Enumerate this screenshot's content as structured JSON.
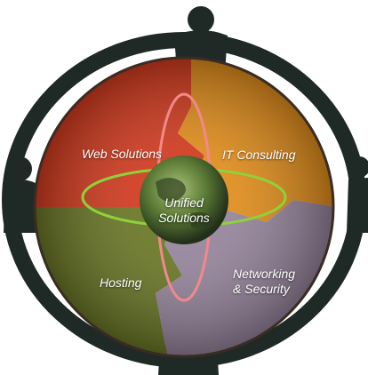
{
  "diagram": {
    "center": {
      "line1": "Unified",
      "line2": "Solutions"
    },
    "quadrants": {
      "web_solutions": "Web Solutions",
      "it_consulting": "IT Consulting",
      "hosting": "Hosting",
      "networking_line1": "Networking",
      "networking_line2": "& Security"
    },
    "colors": {
      "web_solutions": "#d93c1f",
      "it_consulting": "#e9921c",
      "hosting": "#6d7a26",
      "networking": "#9a88a0",
      "figures": "#1f2a26",
      "ring_green": "#8fd13a",
      "ring_pink": "#f08a8a",
      "globe": "#4d6b2f"
    },
    "decorations": [
      "human-figure-icon",
      "globe-icon",
      "orbit-ring"
    ]
  }
}
